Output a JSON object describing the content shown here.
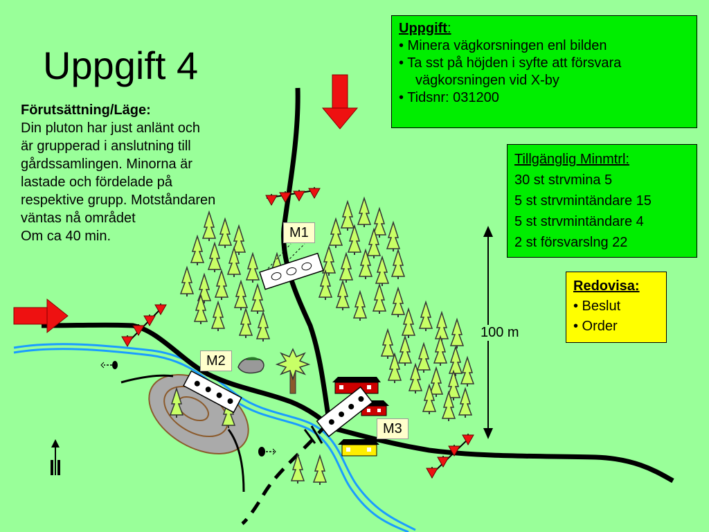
{
  "title": "Uppgift 4",
  "premise": {
    "heading": "Förutsättning/Läge:",
    "lines": [
      "Din pluton har just anlänt och",
      "är grupperad i anslutning till",
      "gårdssamlingen. Minorna är",
      "lastade och fördelade på",
      "respektive grupp. Motståndaren",
      "väntas nå området",
      "Om ca 40 min."
    ]
  },
  "task": {
    "heading": "Uppgift",
    "heading_suffix": ":",
    "lines": [
      "• Minera vägkorsningen enl bilden",
      "• Ta sst på höjden i syfte att försvara",
      "vägkorsningen vid X-by",
      "• Tidsnr: 031200"
    ]
  },
  "material": {
    "heading": "Tillgänglig Minmtrl:",
    "lines": [
      "30 st strvmina 5",
      "5 st strvmintändare 15",
      "5 st strvmintändare 4",
      "2 st försvarslng 22"
    ]
  },
  "report": {
    "heading": "Redovisa:",
    "lines": [
      "• Beslut",
      "• Order"
    ]
  },
  "map_labels": {
    "m1": "M1",
    "m2": "M2",
    "m3": "M3",
    "scale": "100 m"
  },
  "colors": {
    "background": "#99ff99",
    "box_green": "#00ee00",
    "box_yellow": "#ffff00",
    "arrow_red": "#ee1111",
    "river": "#1a9cff",
    "road": "#000000",
    "tree": "#c8ff66",
    "hill": "#aaaaaa"
  },
  "icons": [
    "red-arrow-down-icon",
    "red-arrow-right-icon",
    "north-arrow-icon",
    "tree-icon",
    "house-icon",
    "rock-icon",
    "mine-barrier-icon"
  ]
}
